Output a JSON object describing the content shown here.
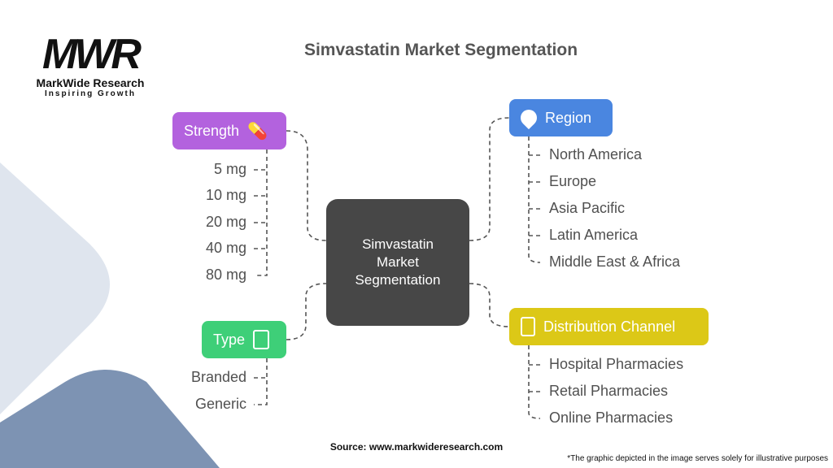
{
  "logo": {
    "mark": "MWR",
    "name": "MarkWide Research",
    "tagline": "Inspiring Growth"
  },
  "title": "Simvastatin Market Segmentation",
  "center": {
    "label": "Simvastatin Market Segmentation"
  },
  "segments": {
    "strength": {
      "label": "Strength",
      "icon": "pills-hand-icon",
      "color": "#b362de",
      "items": [
        "5 mg",
        "10 mg",
        "20 mg",
        "40 mg",
        "80 mg"
      ]
    },
    "type": {
      "label": "Type",
      "icon": "document-icon",
      "color": "#3ecf78",
      "items": [
        "Branded",
        "Generic"
      ]
    },
    "region": {
      "label": "Region",
      "icon": "location-gear-icon",
      "color": "#4a86e0",
      "items": [
        "North America",
        "Europe",
        "Asia Pacific",
        "Latin America",
        "Middle East & Africa"
      ]
    },
    "distribution": {
      "label": "Distribution Channel",
      "icon": "megaphone-document-icon",
      "color": "#dcc817",
      "items": [
        "Hospital Pharmacies",
        "Retail Pharmacies",
        "Online Pharmacies"
      ]
    }
  },
  "source": "Source: www.markwideresearch.com",
  "footnote": "*The graphic depicted in the image serves solely for illustrative purposes"
}
